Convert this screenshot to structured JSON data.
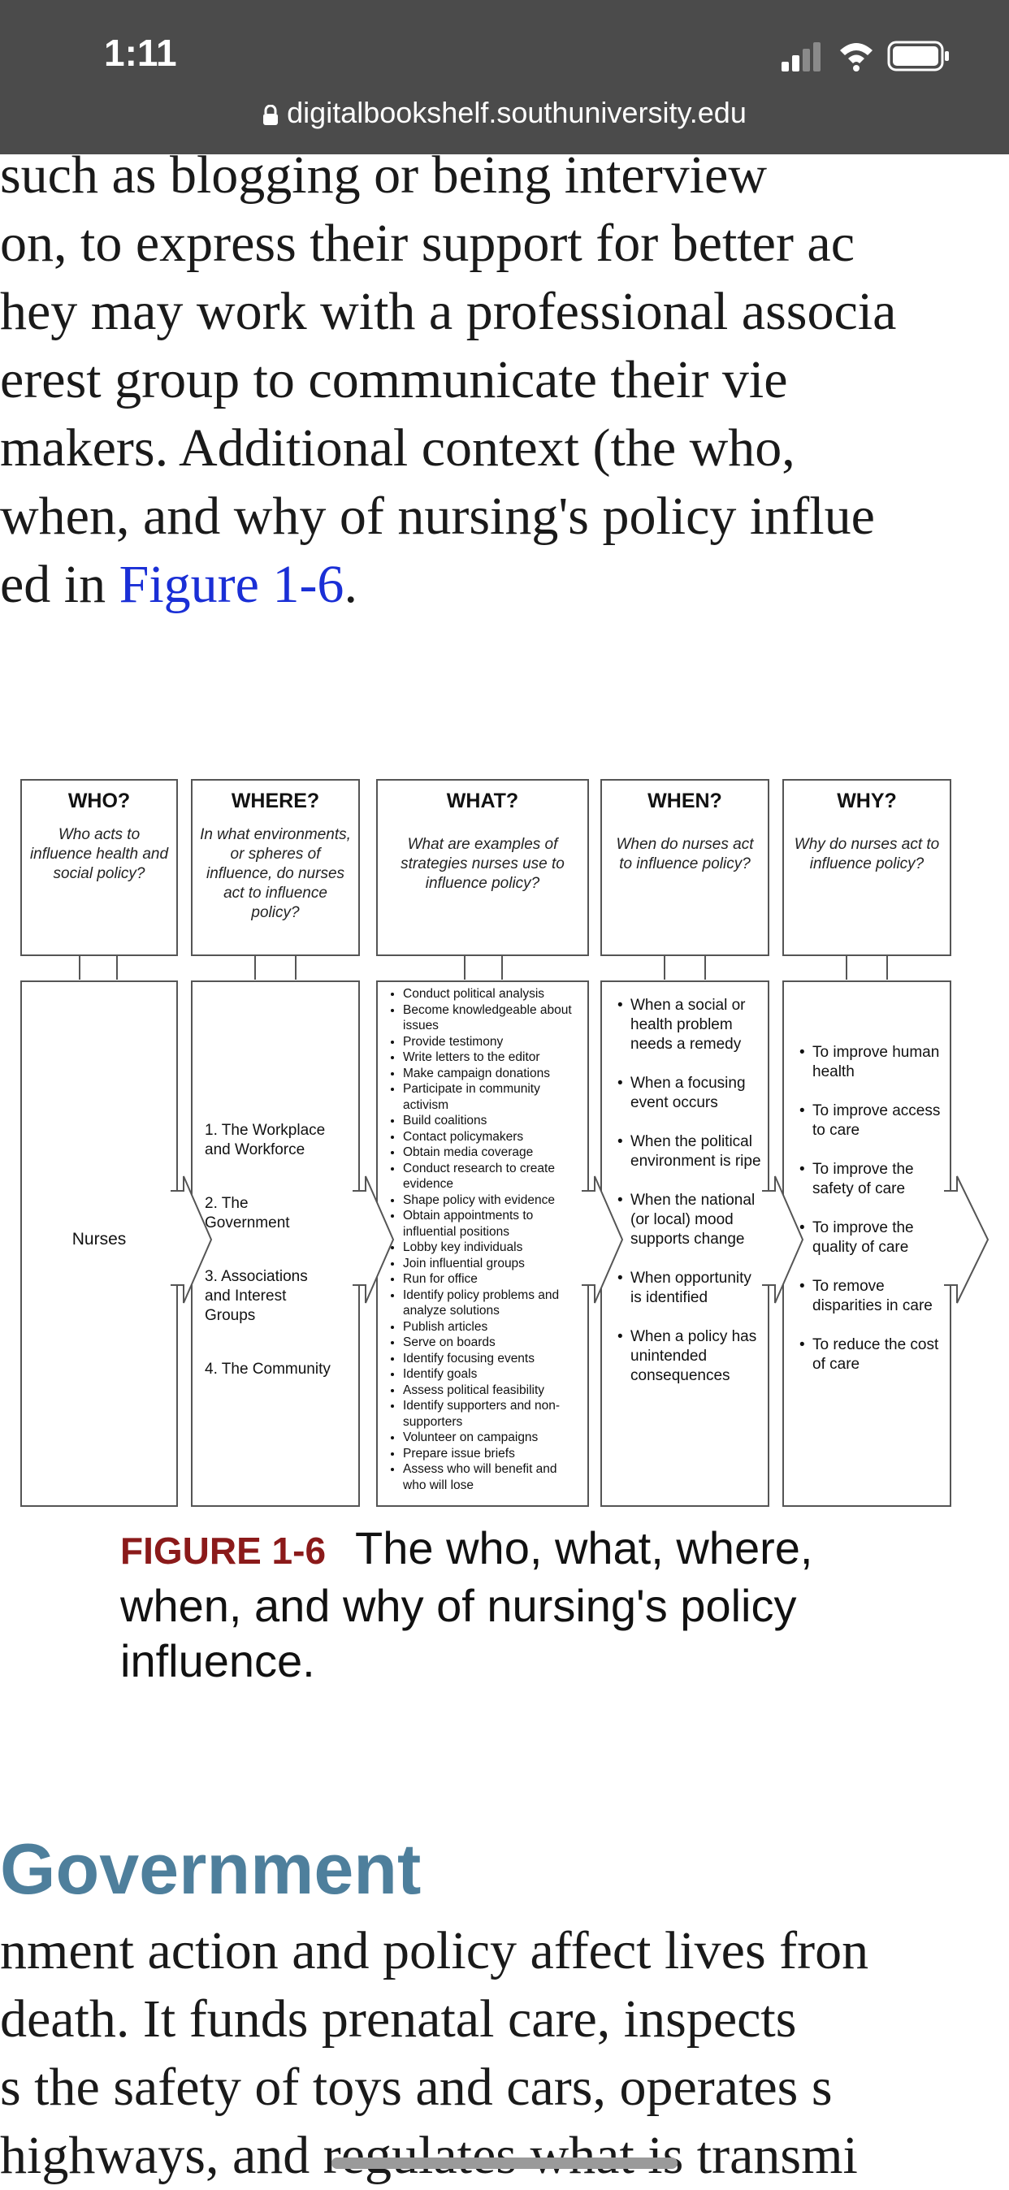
{
  "status": {
    "time": "1:11",
    "url": "digitalbookshelf.southuniversity.edu"
  },
  "article": {
    "lines": [
      " such  as  blogging  or  being  interview",
      "on, to express their support for better ac",
      "hey may work with a professional associa",
      "erest  group  to  communicate  their  vie",
      "makers.  Additional  context  (the  who,",
      " when, and why of nursing's policy influe"
    ],
    "last_line_prefix": "ed in ",
    "last_line_link": "Figure 1-6",
    "last_line_suffix": "."
  },
  "figure": {
    "columns": [
      {
        "heading": "WHO?",
        "question": "Who acts to influence health and social policy?"
      },
      {
        "heading": "WHERE?",
        "question": "In what environments, or spheres of influence, do nurses act to influence policy?"
      },
      {
        "heading": "WHAT?",
        "question": "What are examples of strategies nurses use to influence policy?"
      },
      {
        "heading": "WHEN?",
        "question": "When do nurses act to influence policy?"
      },
      {
        "heading": "WHY?",
        "question": "Why do nurses act to influence policy?"
      }
    ],
    "who": "Nurses",
    "where": [
      "1. The Workplace and Workforce",
      "2. The Government",
      "3. Associations and Interest Groups",
      "4. The Community"
    ],
    "what": [
      "Conduct political analysis",
      "Become knowledgeable about issues",
      "Provide testimony",
      "Write letters to the editor",
      "Make campaign donations",
      "Participate in community activism",
      "Build coalitions",
      "Contact policymakers",
      "Obtain media coverage",
      "Conduct research to create evidence",
      "Shape policy with evidence",
      "Obtain appointments to influential positions",
      "Lobby key individuals",
      "Join influential groups",
      "Run for office",
      "Identify policy problems and analyze solutions",
      "Publish articles",
      "Serve on boards",
      "Identify focusing events",
      "Identify goals",
      "Assess political feasibility",
      "Identify supporters and non-supporters",
      "Volunteer on campaigns",
      "Prepare issue briefs",
      "Assess who will benefit and who will lose"
    ],
    "when": [
      "When a social or health problem needs a remedy",
      "When a focusing event occurs",
      "When the political environment is ripe",
      "When the national (or local) mood supports change",
      "When opportunity is identified",
      "When a policy has unintended consequences"
    ],
    "why": [
      "To improve human health",
      "To improve access to care",
      "To improve the safety of care",
      "To improve the quality of care",
      "To remove disparities in care",
      "To reduce the cost of care"
    ]
  },
  "caption": {
    "label": "FIGURE 1-6",
    "text": "The who, what, where, when, and why of nursing's policy influence."
  },
  "section": {
    "heading": "Government",
    "lines": [
      "nment action and policy affect lives fron",
      "death.  It  funds  prenatal  care,  inspects",
      "s the safety of toys and cars, operates s",
      "highways, and regulates what is transmi"
    ]
  }
}
